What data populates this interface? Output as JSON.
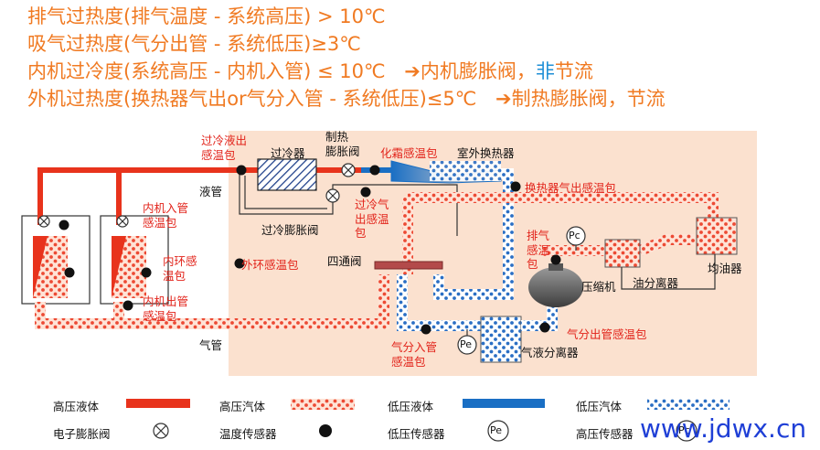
{
  "header": {
    "line1": "排气过热度(排气温度 - 系统高压) > 10℃",
    "line2": "吸气过热度(气分出管 - 系统低压)≥3℃",
    "line3": "内机过冷度(系统高压 - 内机入管) ≤ 10℃",
    "line3_arrow": "➔",
    "line3_result_a": "内机膨胀阀，",
    "line3_result_b": "非",
    "line3_result_c": "节流",
    "line4": "外机过热度(换热器气出or气分入管 - 系统低压)≤5℃",
    "line4_arrow": "➔",
    "line4_result": "制热膨胀阀，节流"
  },
  "labels": {
    "subcool_out_sensor": "过冷液出\n感温包",
    "subcooler": "过冷器",
    "heating_valve": "制热\n膨胀阀",
    "defrost_sensor": "化霜感温包",
    "outdoor_hex": "室外换热器",
    "liquid_pipe": "液管",
    "hex_gas_out_sensor": "换热器气出感温包",
    "subcool_gas_out_sensor": "过冷气\n出感温\n包",
    "subcool_valve": "过冷膨胀阀",
    "in_pipe_sensor": "内机入管\n感温包",
    "inner_ring_sensor": "内环感\n温包",
    "outdoor_ambient_sensor": "外环感温包",
    "four_way_valve": "四通阀",
    "discharge_sensor": "排气\n感温\n包",
    "compressor": "压缩机",
    "oil_separator": "油分离器",
    "oil_balancer": "均油器",
    "out_pipe_sensor": "内机出管\n感温包",
    "gas_pipe": "气管",
    "gsep_in_sensor": "气分入管\n感温包",
    "gsep_out_sensor": "气分出管感温包",
    "gas_liquid_separator": "气液分离器",
    "pc_symbol": "Pc",
    "pe_symbol": "Pe"
  },
  "legend": {
    "hp_liquid": "高压液体",
    "hp_gas": "高压汽体",
    "lp_liquid": "低压液体",
    "lp_gas": "低压汽体",
    "eev": "电子膨胀阀",
    "temp_sensor": "温度传感器",
    "lp_sensor": "低压传感器",
    "lp_symbol": "Pe",
    "hp_sensor": "高压传感器",
    "hp_symbol": "Pc"
  },
  "watermark": "www.jdwx.cn",
  "colors": {
    "header": "#f07a22",
    "accent_blue": "#1f8fd6",
    "hp_liquid": "#e8331c",
    "lp_liquid": "#1a6fc4",
    "outdoor_bg": "#fbe1cf",
    "watermark": "#1f3fd6"
  }
}
